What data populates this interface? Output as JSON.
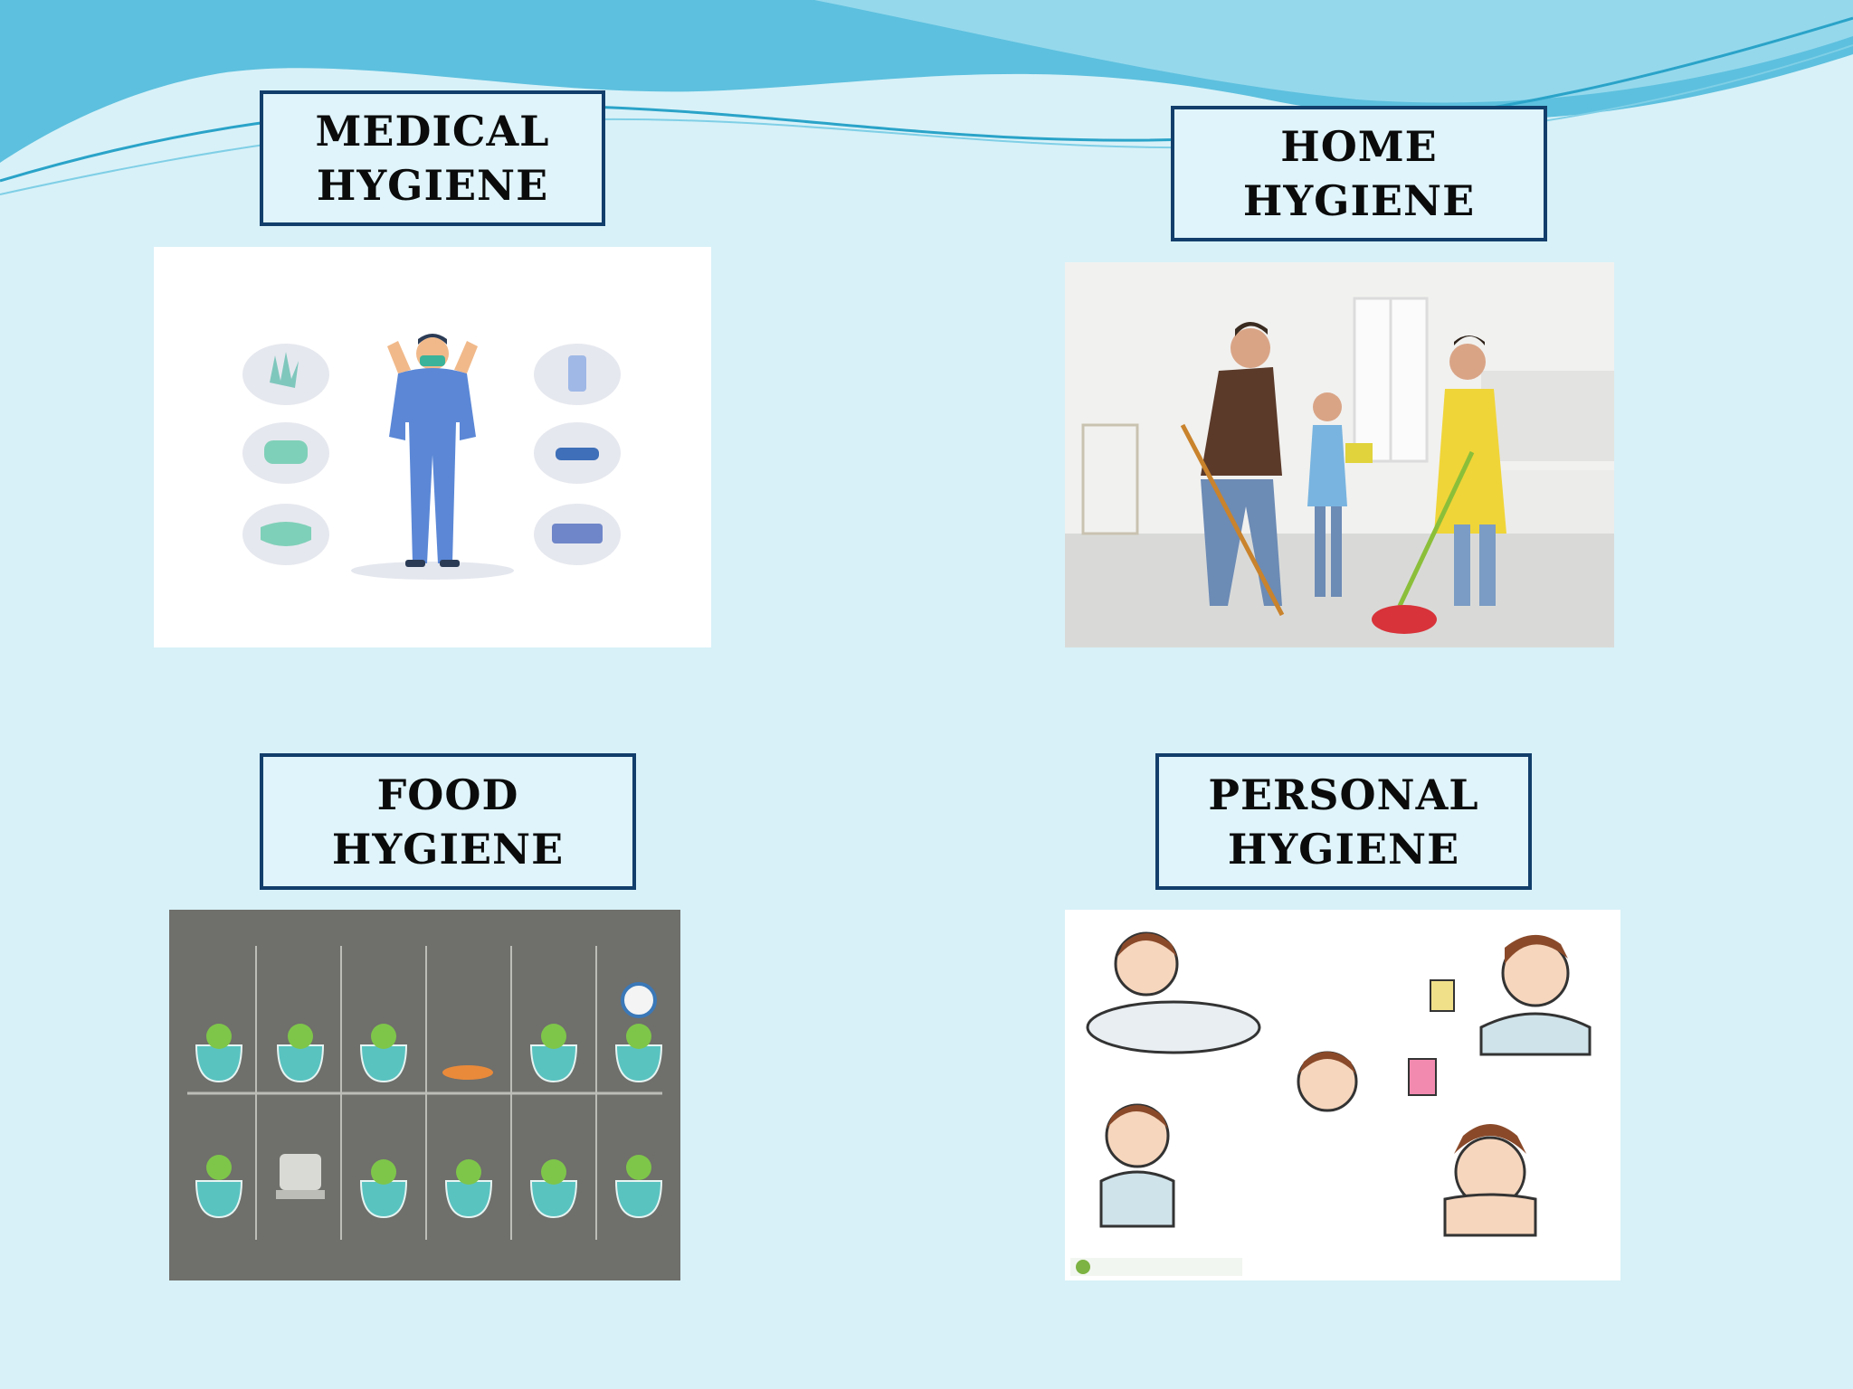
{
  "slide": {
    "sections": [
      {
        "id": "medical",
        "lines": [
          "MEDICAL",
          "HYGIENE"
        ]
      },
      {
        "id": "home",
        "lines": [
          "HOME",
          "HYGIENE"
        ]
      },
      {
        "id": "food",
        "lines": [
          "FOOD",
          "HYGIENE"
        ]
      },
      {
        "id": "personal",
        "lines": [
          "PERSONAL",
          "HYGIENE"
        ]
      }
    ],
    "colors": {
      "background": "#d8f1f8",
      "wave_dark": "#2aa3c8",
      "wave_light": "#8fd7ea",
      "box_border": "#123e6b"
    }
  }
}
